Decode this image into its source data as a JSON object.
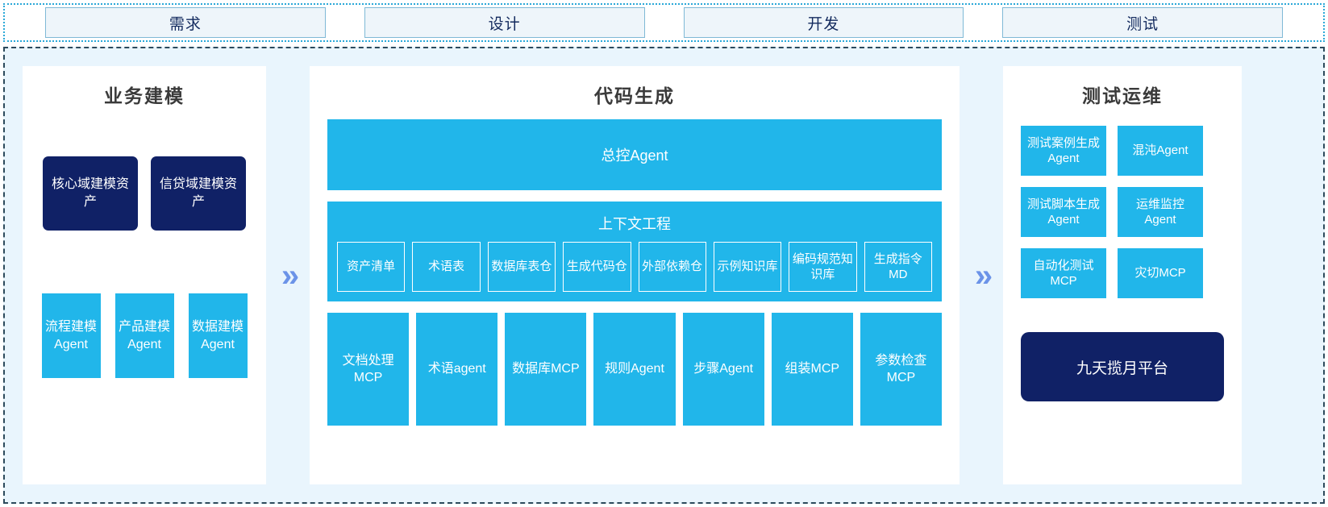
{
  "phases": [
    {
      "label": "需求"
    },
    {
      "label": "设计"
    },
    {
      "label": "开发"
    },
    {
      "label": "测试"
    }
  ],
  "separators": {
    "chevron_glyph": "»"
  },
  "colors": {
    "accent_blue": "#21b6ea",
    "navy": "#102166",
    "panel_bg": "#ffffff",
    "canvas_bg": "#e9f5fd",
    "chevron": "#6b93e8",
    "phase_border": "#7fb9d6",
    "phase_text": "#132a5e",
    "outer_dotted_border": "#2aa8d8",
    "outer_dashed_border": "#2c4a5c"
  },
  "left_panel": {
    "title": "业务建模",
    "assets": [
      {
        "label": "核心域建模资产"
      },
      {
        "label": "信贷域建模资产"
      }
    ],
    "agents": [
      {
        "label": "流程建模Agent"
      },
      {
        "label": "产品建模Agent"
      },
      {
        "label": "数据建模Agent"
      }
    ]
  },
  "center_panel": {
    "title": "代码生成",
    "master_agent": "总控Agent",
    "context_engineering": {
      "title": "上下文工程",
      "items": [
        {
          "label": "资产清单"
        },
        {
          "label": "术语表"
        },
        {
          "label": "数据库表仓"
        },
        {
          "label": "生成代码仓"
        },
        {
          "label": "外部依赖仓"
        },
        {
          "label": "示例知识库"
        },
        {
          "label": "编码规范知识库"
        },
        {
          "label": "生成指令MD"
        }
      ]
    },
    "tools": [
      {
        "label": "文档处理MCP"
      },
      {
        "label": "术语agent"
      },
      {
        "label": "数据库MCP"
      },
      {
        "label": "规则Agent"
      },
      {
        "label": "步骤Agent"
      },
      {
        "label": "组装MCP"
      },
      {
        "label": "参数检查MCP"
      }
    ]
  },
  "right_panel": {
    "title": "测试运维",
    "items": [
      {
        "label": "测试案例生成Agent"
      },
      {
        "label": "混沌Agent"
      },
      {
        "label": "测试脚本生成Agent"
      },
      {
        "label": "运维监控Agent"
      },
      {
        "label": "自动化测试MCP"
      },
      {
        "label": "灾切MCP"
      }
    ],
    "platform": "九天揽月平台"
  }
}
